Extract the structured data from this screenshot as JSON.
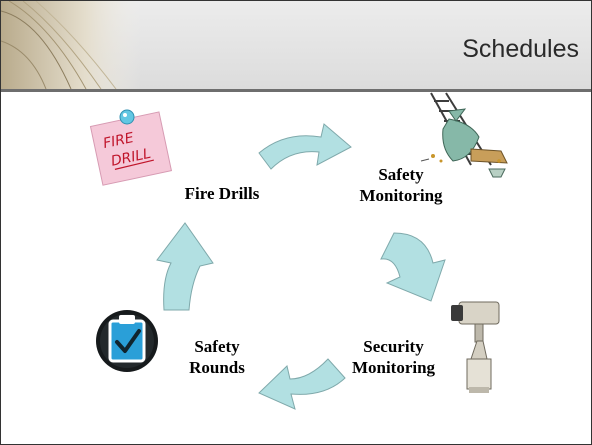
{
  "header": {
    "title": "Schedules"
  },
  "cycle": {
    "items": [
      {
        "label": "Fire Drills",
        "icon": "fire-drill-note-icon"
      },
      {
        "label": "Safety\nMonitoring",
        "icon": "broken-ladder-icon"
      },
      {
        "label": "Security\nMonitoring",
        "icon": "security-camera-icon"
      },
      {
        "label": "Safety\nRounds",
        "icon": "clipboard-check-icon"
      }
    ]
  },
  "note": {
    "text": "FIRE\nDRILL"
  },
  "colors": {
    "arrow_fill": "#b2e0e2",
    "arrow_stroke": "#7fa9ab",
    "header_rule": "#6e6e6e",
    "clipboard_blue": "#2a9fd8"
  }
}
